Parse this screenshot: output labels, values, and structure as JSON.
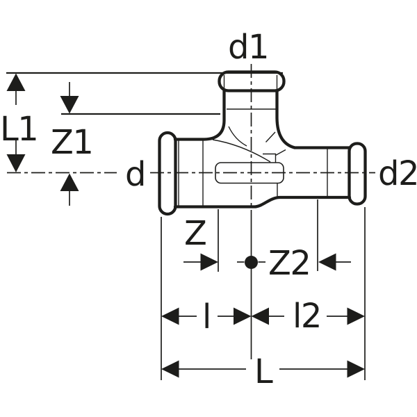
{
  "diagram": {
    "type": "technical dimension drawing of a press-fit reducing tee pipe fitting",
    "background_color": "#ffffff",
    "line_color": "#1d1d1b",
    "labels": {
      "d1": "d1",
      "L1": "L1",
      "Z1": "Z1",
      "d": "d",
      "d2": "d2",
      "Z": "Z",
      "Z2": "Z2",
      "l": "l",
      "l2": "l2",
      "L": "L"
    }
  }
}
